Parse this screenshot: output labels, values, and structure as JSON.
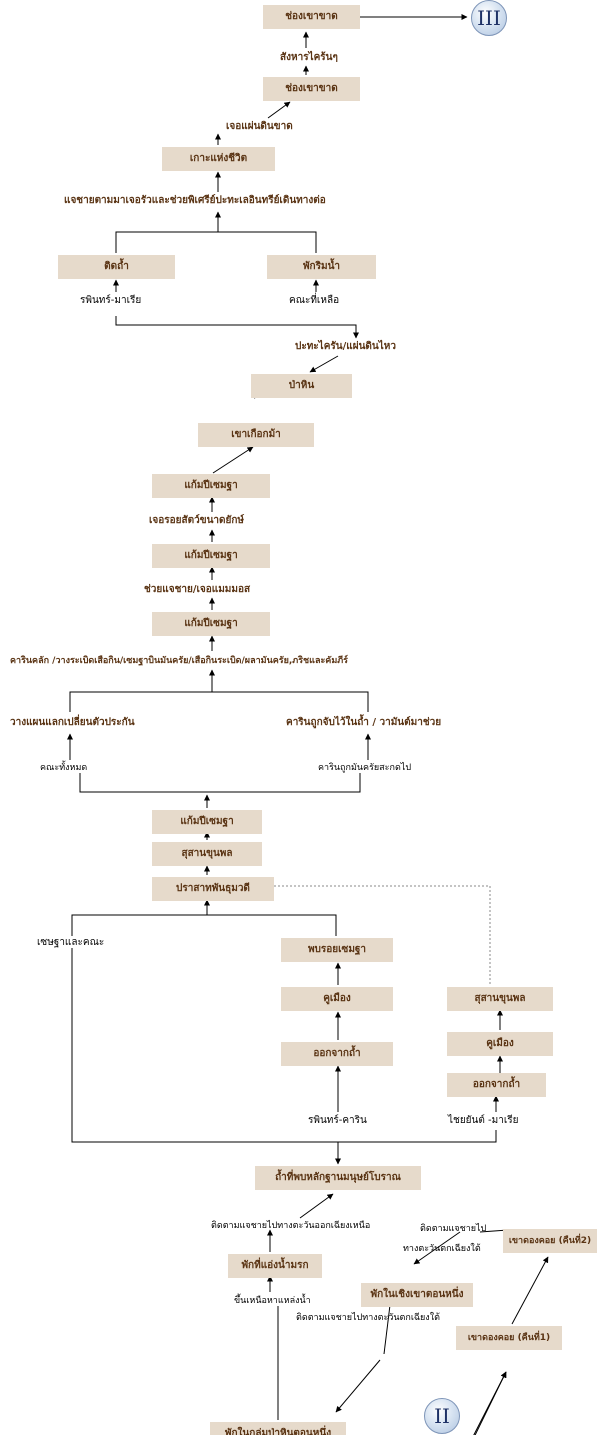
{
  "nodes": {
    "top": "ช่องเขาขาด",
    "gap2": "ช่องเขาขาด",
    "island": "เกาะแห่งชีวิต",
    "stuck": "ติดถ้ำ",
    "restfall": "พักริมน้ำ",
    "forest1": "ป่าหิน",
    "mountain": "เขาเกือกม้า",
    "pz1": "แก้มปีเซมฐา",
    "pz2": "แก้มปีเซมฐา",
    "pz3": "แก้มปีเซมฐา",
    "pz4": "แก้มปีเซมฐา",
    "cemetery": "สุสานขุนพล",
    "palace": "ปราสาทพันธุมวดี",
    "footprint": "พบรอยเซมฐา",
    "moat1": "คูเมือง",
    "cave1": "ออกจากถ้ำ",
    "cemetery2": "สุสานขุนพล",
    "moat2": "คูเมือง",
    "cave2": "ออกจากถ้ำ",
    "ancient": "ถ้ำที่พบหลักฐานมนุษย์โบราณ",
    "spring": "พักที่แอ่งน้ำมรก",
    "hill": "พักในเชิงเขาตอนหนึ่ง",
    "koi2": "เขาดองคอย (คืนที่2)",
    "koi1": "เขาดองคอย (คืนที่1)",
    "forest2": "พักในกลุ่มป่าหินตอนหนึ่ง"
  },
  "labels": {
    "warfare": "สังหารไคร้นๆ",
    "cliff": "เจอแผ่นดินขาด",
    "follow": "แจชายตามมาเจอรัวและช่วยพิเศรีย์ปะทะเลอินทรีย์เดินทางต่อ",
    "pm": "รพินทร์-มาเรีย",
    "rest_group": "คณะที่เหลือ",
    "quake": "ปะทะไครัน/แผ่นดินไหว",
    "animal": "เจอรอยสัตว์ขนาดยักษ์",
    "help": "ช่วยแจชาย/เจอแมมมอส",
    "karin_long": "คารินคลัก /วางระเบิดเสือกิน/เซมฐาบินมันครัย/เสือกินระเบิด/ผลามันครัย,ภริชและคัมภีร์",
    "plan": "วางแผนแลกเปลี่ยนตัวประกัน",
    "captive": "คารินถูกจับไว้ในถ้ำ / วามันต์มาช่วย",
    "all_group": "คณะทั้งหมด",
    "karin_taken": "คารินถูกมันครัยสะกดไป",
    "sem_group": "เซษฐาและคณะ",
    "pk": "รพินทร์-คาริน",
    "cm": "ไชยยันต์ -มาเรีย",
    "ne": "ติดตามแจชายไปทางตะวันออกเฉียงเหนือ",
    "sw_a": "ติดตามแจชายไป",
    "sw_b": "ทางตะวันตกเฉียงใต้",
    "up": "ขึ้นเหนือหาแหล่งน้ำ",
    "sw2": "ติดตามแจชายไปทางตะวันตกเฉียงใต้"
  },
  "markers": {
    "end": "III",
    "start": "II"
  },
  "colors": {
    "box_fill": "#e6dacb",
    "box_text": "#5a3414",
    "line": "#000000",
    "dotted": "#888888"
  }
}
